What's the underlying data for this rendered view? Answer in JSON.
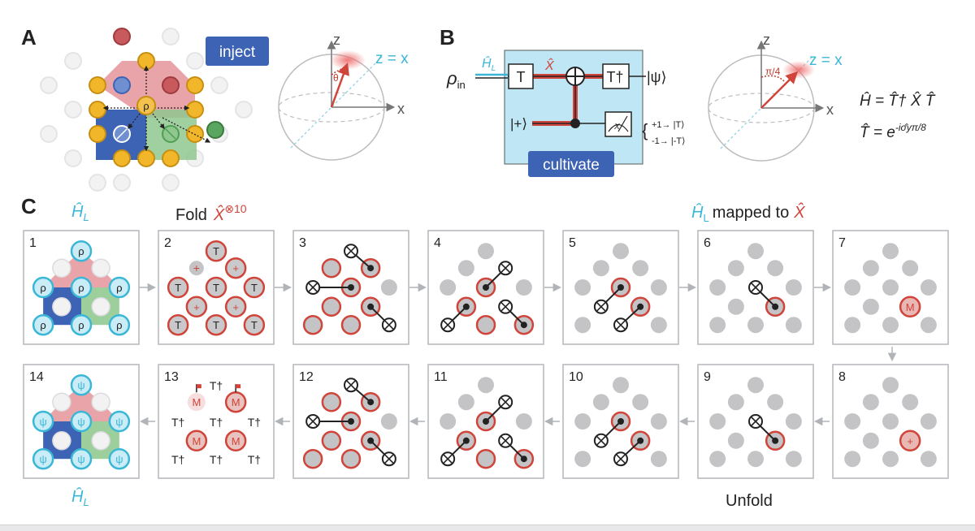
{
  "panel_a": {
    "label": "A",
    "inject_label": "inject",
    "center_qubit": "ρ",
    "sphere": {
      "z_axis": "z",
      "x_axis": "x",
      "diag_label": "z = x",
      "angle_label": "θ"
    }
  },
  "panel_b": {
    "label": "B",
    "rho_in_main": "ρ",
    "rho_in_sub": "in",
    "h_hat": "Ĥ",
    "h_sub": "L",
    "x_hat": "X̂",
    "t_gate": "T",
    "tdag_gate": "T†",
    "psi_out": "|ψ⟩",
    "plus_state": "|+⟩",
    "meter_label": "X",
    "outcome_plus": "+1→ |T⟩",
    "outcome_minus": "-1→ |-T⟩",
    "cultivate_label": "cultivate",
    "sphere": {
      "z_axis": "z",
      "x_axis": "x",
      "diag_label": "z = x",
      "angle_label": "π/4"
    },
    "eq_h": "Ĥ = T̂† X̂ T̂",
    "eq_t_main": "T̂ = e",
    "eq_t_exp": "-iσ̂yπ/8"
  },
  "panel_c": {
    "label": "C",
    "h_top_main": "Ĥ",
    "h_top_sub": "L",
    "fold_text": "Fold",
    "fold_x": "X̂",
    "fold_exp": "⊗10",
    "mapped_h": "Ĥ",
    "mapped_sub": "L",
    "mapped_text": "mapped to",
    "mapped_x": "X̂",
    "unfold_text": "Unfold",
    "h_bottom_main": "Ĥ",
    "h_bottom_sub": "L",
    "steps": [
      "1",
      "2",
      "3",
      "4",
      "5",
      "6",
      "7",
      "8",
      "9",
      "10",
      "11",
      "12",
      "13",
      "14"
    ],
    "qubit_labels": {
      "rho": "ρ",
      "t": "T",
      "tdag": "T†",
      "plus": "+",
      "m": "M",
      "psi": "ψ"
    }
  },
  "colors": {
    "red": "#d0443a",
    "cyan": "#3ab7d6",
    "blue": "#3d63b5",
    "green": "#4e9e54",
    "yellow": "#f2b62b",
    "pink": "#e8a4a8",
    "light_blue_box": "#bfe6f4",
    "gray": "#c4c4c6"
  }
}
